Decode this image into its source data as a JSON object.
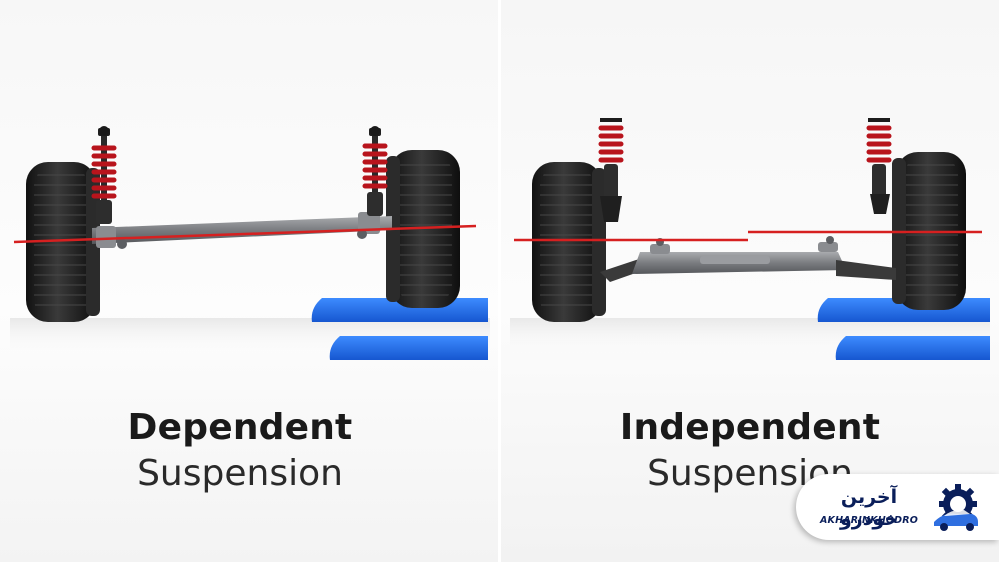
{
  "panels": [
    {
      "id": "dependent",
      "title_bold": "Dependent",
      "title_light": "Suspension"
    },
    {
      "id": "independent",
      "title_bold": "Independent",
      "title_light": "Suspension"
    }
  ],
  "logo": {
    "text_fa": "آخرین خودرو",
    "text_en": "AKHARINKHODRO",
    "icon": "car-gear-logo-icon"
  },
  "colors": {
    "reference_line": "#d62020",
    "spring": "#b8141c",
    "ramp": "#1f6fe5",
    "tire": "#1e1e1e",
    "axle": "#7d7f83",
    "logo_text": "#0a1e5a"
  }
}
